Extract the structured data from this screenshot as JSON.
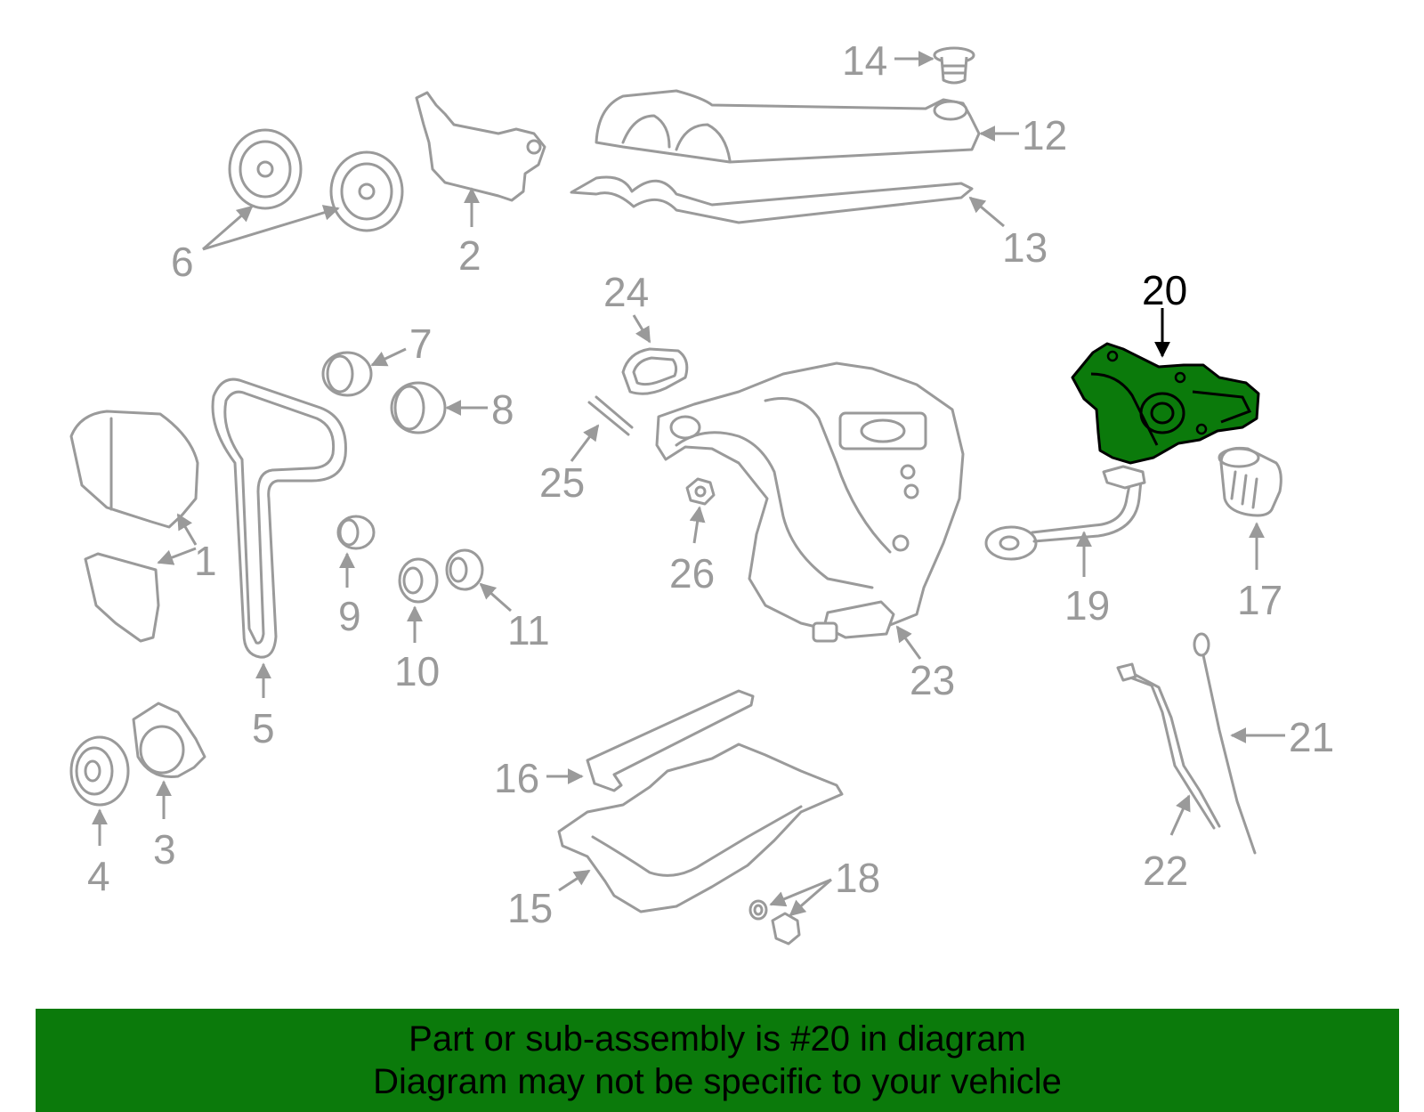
{
  "diagram": {
    "highlighted_part": "20",
    "highlight_color": "#0b7a0b",
    "callouts": {
      "c1": "1",
      "c2": "2",
      "c3": "3",
      "c4": "4",
      "c5": "5",
      "c6": "6",
      "c7": "7",
      "c8": "8",
      "c9": "9",
      "c10": "10",
      "c11": "11",
      "c12": "12",
      "c13": "13",
      "c14": "14",
      "c15": "15",
      "c16": "16",
      "c17": "17",
      "c18": "18",
      "c19": "19",
      "c20": "20",
      "c21": "21",
      "c22": "22",
      "c23": "23",
      "c24": "24",
      "c25": "25",
      "c26": "26"
    }
  },
  "banner": {
    "line1": "Part or sub-assembly is #20 in diagram",
    "line2": "Diagram may not be specific to your vehicle",
    "background": "#0b7a0b"
  }
}
